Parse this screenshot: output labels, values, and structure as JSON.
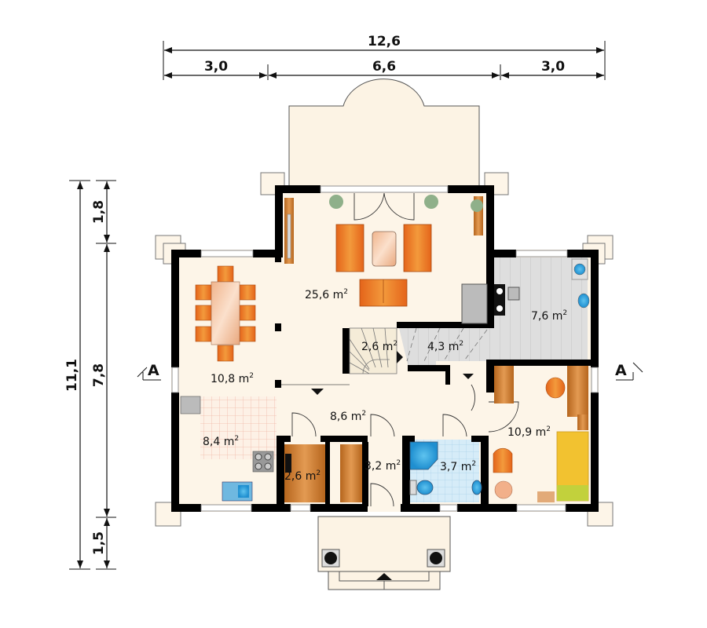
{
  "dimensions": {
    "top": {
      "total": "12,6",
      "segments": [
        "3,0",
        "6,6",
        "3,0"
      ]
    },
    "left": {
      "total": "11,1",
      "segments": [
        "1,8",
        "7,8",
        "1,5"
      ]
    }
  },
  "section_markers": {
    "left": "A",
    "right": "A"
  },
  "rooms": [
    {
      "id": "living",
      "area": "25,6",
      "unit": "m",
      "exp": "2"
    },
    {
      "id": "dining",
      "area": "10,8",
      "unit": "m",
      "exp": "2"
    },
    {
      "id": "kitchen",
      "area": "8,4",
      "unit": "m",
      "exp": "2"
    },
    {
      "id": "hall",
      "area": "8,6",
      "unit": "m",
      "exp": "2"
    },
    {
      "id": "stairs",
      "area": "2,6",
      "unit": "m",
      "exp": "2"
    },
    {
      "id": "utility",
      "area": "4,3",
      "unit": "m",
      "exp": "2"
    },
    {
      "id": "boiler",
      "area": "7,6",
      "unit": "m",
      "exp": "2"
    },
    {
      "id": "bedroom",
      "area": "10,9",
      "unit": "m",
      "exp": "2"
    },
    {
      "id": "pantry",
      "area": "2,6",
      "unit": "m",
      "exp": "2"
    },
    {
      "id": "vestibule",
      "area": "3,2",
      "unit": "m",
      "exp": "2"
    },
    {
      "id": "bathroom",
      "area": "3,7",
      "unit": "m",
      "exp": "2"
    }
  ],
  "colors": {
    "wall": "#000000",
    "floor": "#fdf5e8",
    "terrace": "#fcf3e4",
    "tile_gray": "#dcdcdc",
    "tile_blue": "#d4ecf7",
    "furniture_orange": "#e8731e",
    "wood": "#c77a35",
    "bed_yellow": "#f2c230"
  }
}
